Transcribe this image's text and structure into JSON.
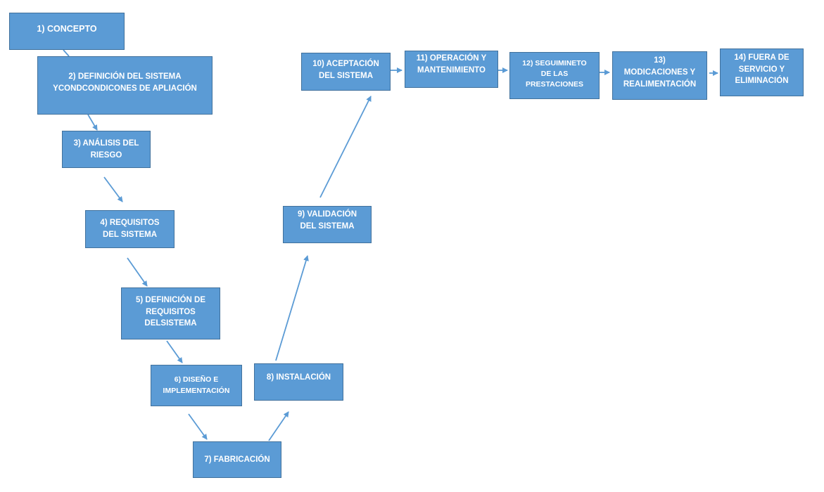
{
  "colors": {
    "box_fill": "#5b9bd5",
    "box_border": "#41719c",
    "box_text": "#ffffff",
    "arrow": "#5b9bd5"
  },
  "stages": [
    {
      "id": "concepto",
      "label": "1)     CONCEPTO"
    },
    {
      "id": "definicion-sistema",
      "label": "2) DEFINICIÓN DEL SISTEMA\nYCONDCONDICONES DE APLIACIÓN"
    },
    {
      "id": "analisis-riesgo",
      "label": "3) ANÁLISIS DEL\nRIESGO"
    },
    {
      "id": "requisitos-sistema",
      "label": "4) REQUISITOS\nDEL SISTEMA"
    },
    {
      "id": "definicion-requisitos",
      "label": "5) DEFINICIÓN DE\nREQUISITOS\nDELSISTEMA"
    },
    {
      "id": "diseno-implementacion",
      "label": "6) DISEÑO E\nIMPLEMENTACIÓN"
    },
    {
      "id": "fabricacion",
      "label": "7) FABRICACIÓN"
    },
    {
      "id": "instalacion",
      "label": "8) INSTALACIÓN"
    },
    {
      "id": "validacion-sistema",
      "label": "9) VALIDACIÓN\nDEL SISTEMA"
    },
    {
      "id": "aceptacion-sistema",
      "label": "10) ACEPTACIÓN\nDEL SISTEMA"
    },
    {
      "id": "operacion-mantenimiento",
      "label": "11) OPERACIÓN Y\nMANTENIMIENTO"
    },
    {
      "id": "seguimiento-prestaciones",
      "label": "12) SEGUIMINETO\nDE LAS\nPRESTACIONES"
    },
    {
      "id": "modificaciones-realimentacion",
      "label": "13)\nMODICACIONES Y\nREALIMENTACIÓN"
    },
    {
      "id": "fuera-servicio",
      "label": "14) FUERA DE\nSERVICIO Y\nELIMINACIÓN"
    }
  ]
}
